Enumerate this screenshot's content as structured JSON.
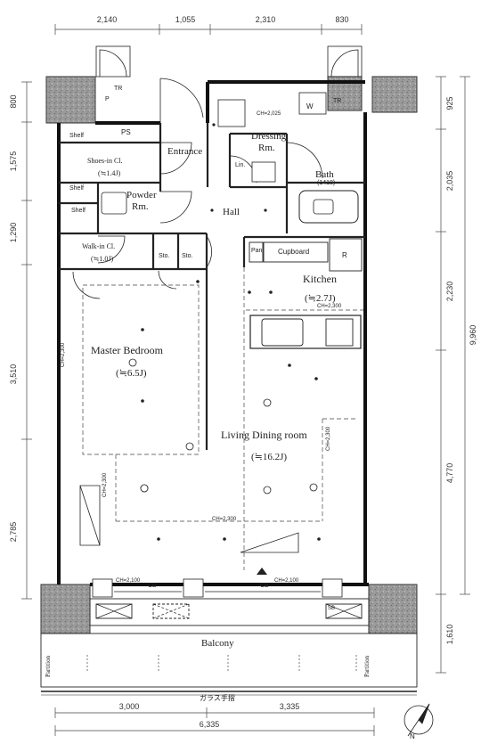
{
  "dimensions": {
    "top": [
      "2,140",
      "1,055",
      "2,310",
      "830"
    ],
    "left": [
      "800",
      "1,575",
      "1,290",
      "3,510",
      "2,785"
    ],
    "right": [
      "925",
      "2,035",
      "2,230",
      "4,770",
      "1,610"
    ],
    "right_total": "9,960",
    "bottom": [
      "3,000",
      "3,335"
    ],
    "bottom_total": "6,335"
  },
  "rooms": {
    "master_bedroom": "Master Bedroom",
    "master_bedroom_size": "(≒6.5J)",
    "living_dining": "Living Dining room",
    "living_dining_size": "(≒16.2J)",
    "kitchen": "Kitchen",
    "kitchen_size": "(≒2.7J)",
    "entrance": "Entrance",
    "hall": "Hall",
    "dressing": "Dressing",
    "dressing_rm": "Rm.",
    "bath": "Bath",
    "bath_size": "(1418)",
    "powder": "Powder",
    "powder_rm": "Rm.",
    "shoes_in_cl": "Shoes-in Cl.",
    "shoes_in_cl_size": "(≒1.4J)",
    "walk_in_cl": "Walk-in Cl.",
    "walk_in_cl_size": "(≒1.0J)",
    "balcony": "Balcony"
  },
  "labels": {
    "ps": "PS",
    "shelf1": "Shelf",
    "shelf2": "Shelf",
    "shelf3": "Shelf",
    "cupboard": "Cupboard",
    "pan": "Pan",
    "sto1": "Sto.",
    "sto2": "Sto.",
    "lin": "Lin.",
    "w": "W",
    "r": "R",
    "tr_left": "TR",
    "tr_right": "TR",
    "cb_left": "CB",
    "cb_right": "CB",
    "ch_2025": "CH=2,025",
    "ch_2100_a": "CH=2,100",
    "ch_2100_b": "CH=2,100",
    "ch_2300_a": "CH=2,300",
    "ch_2300_b": "CH=2,300",
    "ch_2300_c": "CH=2,300",
    "ch_2300_d": "CH=2,300",
    "ch_2300_e": "CH=2,300",
    "partition_left": "Partition",
    "partition_right": "Partition",
    "glass_handrail": "ガラス手摺",
    "north": "N",
    "p_top": "P",
    "sb": "SB"
  }
}
